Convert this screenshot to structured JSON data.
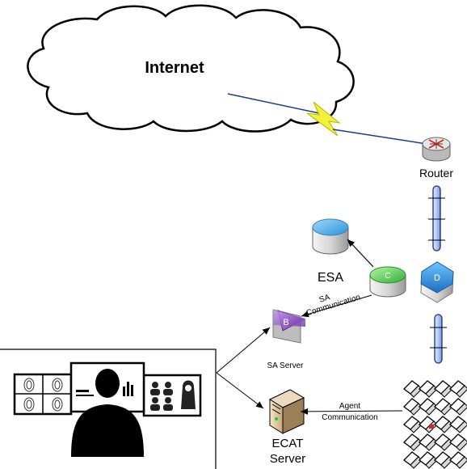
{
  "labels": {
    "internet": "Internet",
    "router": "Router",
    "esa": "ESA",
    "esa_cylinder_letter": "C",
    "hex_letter": "D",
    "sa_server_letter": "B",
    "sa_communication_line1": "SA",
    "sa_communication_line2": "Communication",
    "sa_server": "SA Server",
    "ecat_server_line1": "ECAT",
    "ecat_server_line2": "Server",
    "agent_communication_line1": "Agent",
    "agent_communication_line2": "Communication"
  },
  "colors": {
    "cloud_fill": "#ffffff",
    "lightning": "#f2f23a",
    "esa_blue": "#2fa3e6",
    "c_green": "#3dbf3d",
    "d_blue": "#2c8fe0",
    "b_purple": "#8a4fc0"
  },
  "icons": {
    "router": "router-icon",
    "esa": "database-cylinder-icon",
    "c": "green-cylinder-icon",
    "d": "hexagon-icon",
    "b": "sa-server-icon",
    "ecat": "server-tower-icon",
    "analyst": "analyst-workstation-icon",
    "agents": "laptop-grid-icon"
  }
}
